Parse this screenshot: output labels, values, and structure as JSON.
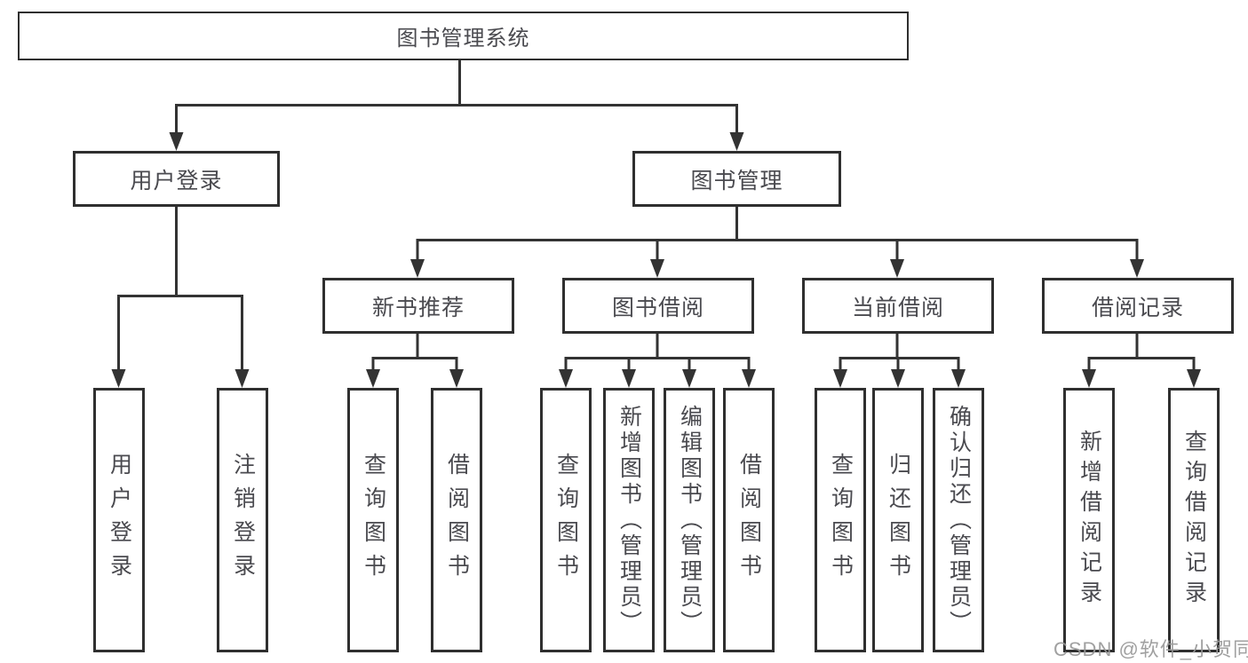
{
  "diagram": {
    "title_note": "",
    "root": {
      "label": "图书管理系统"
    },
    "branches": [
      {
        "label": "用户登录",
        "children": [
          {
            "label": "用户登录"
          },
          {
            "label": "注销登录"
          }
        ]
      },
      {
        "label": "图书管理",
        "children": [
          {
            "label": "新书推荐",
            "children": [
              {
                "label": "查询图书"
              },
              {
                "label": "借阅图书"
              }
            ]
          },
          {
            "label": "图书借阅",
            "children": [
              {
                "label": "查询图书"
              },
              {
                "label": "新增图书（管理员）"
              },
              {
                "label": "编辑图书（管理员）"
              },
              {
                "label": "借阅图书"
              }
            ]
          },
          {
            "label": "当前借阅",
            "children": [
              {
                "label": "查询图书"
              },
              {
                "label": "归还图书"
              },
              {
                "label": "确认归还（管理员）"
              }
            ]
          },
          {
            "label": "借阅记录",
            "children": [
              {
                "label": "新增借阅记录"
              },
              {
                "label": "查询借阅记录"
              }
            ]
          }
        ]
      }
    ],
    "watermark": "CSDN @软件_小贺同学",
    "colors": {
      "line": "#333333",
      "border": "#2f2f2f",
      "text": "#4a4a4f",
      "background": "#ffffff",
      "watermark": "#989898"
    }
  }
}
